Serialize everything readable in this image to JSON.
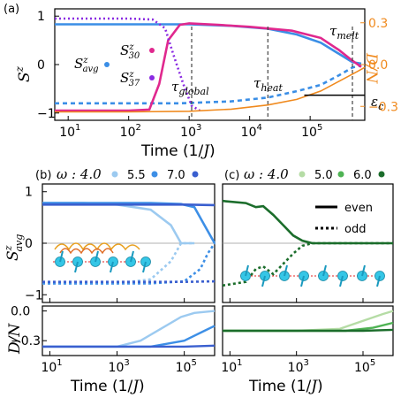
{
  "chart_data": [
    {
      "panel": "(a)",
      "type": "line",
      "xscale": "log",
      "xlim": [
        6,
        800000
      ],
      "xticks": [
        "10^1",
        "10^2",
        "10^3",
        "10^4",
        "10^5"
      ],
      "ylim": [
        -1.15,
        1.15
      ],
      "yticks": [
        "-1",
        "0",
        "1"
      ],
      "ylabel": "S^z",
      "y2label": "D/N",
      "y2ticks": [
        "0.3",
        "0.0",
        "-0.3"
      ],
      "xlabel": "Time (1/J)",
      "legend": [
        {
          "label": "S^z_avg",
          "color": "#3a8ee6"
        },
        {
          "label": "S^z_30",
          "color": "#e0288e"
        },
        {
          "label": "S^z_37",
          "color": "#8a2be2"
        }
      ],
      "annotations": [
        "τ_melt",
        "τ_global",
        "τ_heat",
        "ε_c"
      ],
      "series": [
        {
          "name": "S^z_avg",
          "color": "#3a8ee6",
          "x": [
            6,
            100,
            1000,
            5000,
            20000,
            60000,
            150000,
            300000,
            500000,
            700000
          ],
          "y": [
            0.83,
            0.83,
            0.83,
            0.8,
            0.74,
            0.62,
            0.45,
            0.22,
            0.05,
            0.02
          ]
        },
        {
          "name": "S^z_avg (odd)",
          "color": "#3a8ee6",
          "x": [
            6,
            100,
            700,
            5000,
            20000,
            60000,
            150000,
            300000,
            500000,
            700000
          ],
          "y": [
            -0.8,
            -0.8,
            -0.8,
            -0.76,
            -0.68,
            -0.55,
            -0.42,
            -0.22,
            -0.06,
            -0.02
          ]
        },
        {
          "name": "S^z_30",
          "color": "#e0288e",
          "x": [
            6,
            100,
            220,
            320,
            450,
            700,
            1000,
            3000,
            10000,
            50000,
            150000,
            300000,
            500000,
            700000
          ],
          "y": [
            -0.95,
            -0.95,
            -0.93,
            -0.4,
            0.5,
            0.82,
            0.85,
            0.82,
            0.78,
            0.7,
            0.55,
            0.3,
            0.08,
            -0.05
          ]
        },
        {
          "name": "S^z_37",
          "color": "#8a2be2",
          "x": [
            6,
            100,
            250,
            400,
            550,
            800,
            1100,
            1500
          ],
          "y": [
            0.95,
            0.95,
            0.93,
            0.75,
            0.2,
            -0.4,
            -0.85,
            -0.95
          ]
        },
        {
          "name": "D/N",
          "color": "#f08a1e",
          "axis": "right",
          "x": [
            6,
            100,
            1000,
            5000,
            20000,
            60000,
            150000,
            300000,
            600000,
            800000
          ],
          "y": [
            -0.34,
            -0.34,
            -0.335,
            -0.32,
            -0.29,
            -0.25,
            -0.19,
            -0.12,
            -0.05,
            -0.02
          ]
        }
      ],
      "markers_vlines": [
        {
          "name": "τ_global",
          "x": 1100
        },
        {
          "name": "τ_heat",
          "x": 20000
        },
        {
          "name": "τ_melt",
          "x": 500000
        }
      ],
      "hline": {
        "name": "ε_c",
        "y2": -0.22
      }
    },
    {
      "panel": "(b)",
      "type": "line",
      "legend_title": "ω :",
      "legend": [
        {
          "label": "4.0",
          "color": "#9ccaf0"
        },
        {
          "label": "5.5",
          "color": "#3d8fe6"
        },
        {
          "label": "7.0",
          "color": "#3a5fcf"
        }
      ],
      "ylabel": "S^z_avg",
      "ylabel_lower": "D/N",
      "yticks": [
        "1",
        "0",
        "-1"
      ],
      "yticks_lower": [
        "0.0",
        "-0.3"
      ],
      "xticks": [
        "10^1",
        "10^3",
        "10^5"
      ],
      "xlabel": "Time (1/J)",
      "series": [
        {
          "name": "4.0 even",
          "color": "#9ccaf0",
          "x": [
            6,
            100,
            1000,
            10000,
            40000,
            80000,
            200000
          ],
          "y": [
            0.78,
            0.78,
            0.75,
            0.65,
            0.35,
            0.0,
            0.0
          ]
        },
        {
          "name": "5.5 even",
          "color": "#3d8fe6",
          "x": [
            6,
            100,
            10000,
            80000,
            200000,
            400000,
            800000
          ],
          "y": [
            0.78,
            0.78,
            0.78,
            0.76,
            0.7,
            0.35,
            0.0
          ]
        },
        {
          "name": "7.0 even",
          "color": "#3a5fcf",
          "x": [
            6,
            1000,
            100000,
            800000
          ],
          "y": [
            0.75,
            0.75,
            0.75,
            0.74
          ]
        },
        {
          "name": "4.0 odd",
          "color": "#9ccaf0",
          "x": [
            6,
            1000,
            10000,
            40000,
            80000,
            200000
          ],
          "y": [
            -0.78,
            -0.78,
            -0.7,
            -0.35,
            0.0,
            0.0
          ]
        },
        {
          "name": "5.5 odd",
          "color": "#3d8fe6",
          "x": [
            6,
            10000,
            100000,
            300000,
            500000,
            800000
          ],
          "y": [
            -0.78,
            -0.78,
            -0.74,
            -0.5,
            -0.2,
            0.0
          ]
        },
        {
          "name": "7.0 odd",
          "color": "#3a5fcf",
          "x": [
            6,
            100000,
            800000
          ],
          "y": [
            -0.75,
            -0.75,
            -0.74
          ]
        }
      ],
      "series_lower": [
        {
          "name": "4.0",
          "color": "#9ccaf0",
          "x": [
            6,
            1000,
            5000,
            20000,
            80000,
            200000,
            800000
          ],
          "y": [
            -0.36,
            -0.36,
            -0.3,
            -0.18,
            -0.06,
            -0.02,
            0.0
          ]
        },
        {
          "name": "5.5",
          "color": "#3d8fe6",
          "x": [
            6,
            10000,
            100000,
            400000,
            800000
          ],
          "y": [
            -0.36,
            -0.36,
            -0.3,
            -0.2,
            -0.15
          ]
        },
        {
          "name": "7.0",
          "color": "#3a5fcf",
          "x": [
            6,
            100000,
            800000
          ],
          "y": [
            -0.36,
            -0.36,
            -0.35
          ]
        }
      ]
    },
    {
      "panel": "(c)",
      "type": "line",
      "legend_title": "ω :",
      "legend": [
        {
          "label": "4.0",
          "color": "#b5dca5"
        },
        {
          "label": "5.0",
          "color": "#4fb354"
        },
        {
          "label": "6.0",
          "color": "#1b6d2b"
        }
      ],
      "line_legend": [
        {
          "label": "even",
          "style": "solid"
        },
        {
          "label": "odd",
          "style": "dotted"
        }
      ],
      "xticks": [
        "10^1",
        "10^3",
        "10^5"
      ],
      "xlabel": "Time (1/J)",
      "series": [
        {
          "name": "6.0 even",
          "color": "#1b6d2b",
          "x": [
            6,
            30,
            60,
            100,
            200,
            400,
            800,
            1500,
            3000,
            10000,
            800000
          ],
          "y": [
            0.82,
            0.78,
            0.7,
            0.72,
            0.55,
            0.35,
            0.15,
            0.05,
            0.0,
            0.0,
            0.0
          ]
        },
        {
          "name": "6.0 odd",
          "color": "#1b6d2b",
          "x": [
            6,
            30,
            60,
            100,
            200,
            400,
            800,
            1500,
            3000,
            10000,
            800000
          ],
          "y": [
            -0.82,
            -0.75,
            -0.5,
            -0.45,
            -0.6,
            -0.4,
            -0.2,
            -0.05,
            0.0,
            0.0,
            0.0
          ]
        }
      ],
      "series_lower": [
        {
          "name": "4.0",
          "color": "#b5dca5",
          "x": [
            6,
            1000,
            20000,
            100000,
            400000,
            800000
          ],
          "y": [
            -0.2,
            -0.2,
            -0.18,
            -0.1,
            -0.03,
            0.0
          ]
        },
        {
          "name": "5.0",
          "color": "#4fb354",
          "x": [
            6,
            30000,
            200000,
            800000
          ],
          "y": [
            -0.2,
            -0.2,
            -0.17,
            -0.12
          ]
        },
        {
          "name": "6.0",
          "color": "#1b6d2b",
          "x": [
            6,
            100000,
            800000
          ],
          "y": [
            -0.2,
            -0.2,
            -0.19
          ]
        }
      ]
    }
  ]
}
